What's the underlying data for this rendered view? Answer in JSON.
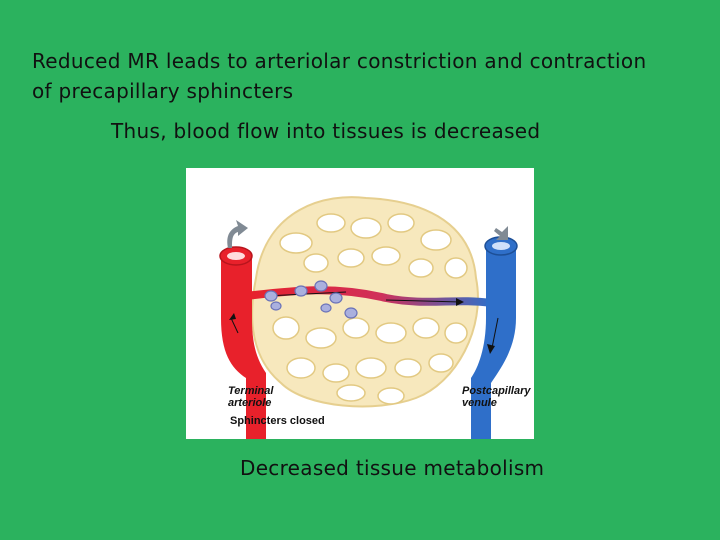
{
  "slide": {
    "heading_line1": "Reduced MR leads to arteriolar constriction and contraction",
    "heading_line2": "of precapillary sphincters",
    "subheading": "Thus, blood flow into tissues is decreased",
    "caption": "Decreased tissue metabolism"
  },
  "figure": {
    "label_arteriole_1": "Terminal",
    "label_arteriole_2": "arteriole",
    "label_venule_1": "Postcapillary",
    "label_venule_2": "venule",
    "label_sphincters": "Sphincters closed",
    "colors": {
      "background": "#2bb25e",
      "arteriole": "#e8212b",
      "venule": "#2f6fc9",
      "capillary_bed": "#f5e3b3",
      "sphincter": "#aab0de"
    }
  }
}
